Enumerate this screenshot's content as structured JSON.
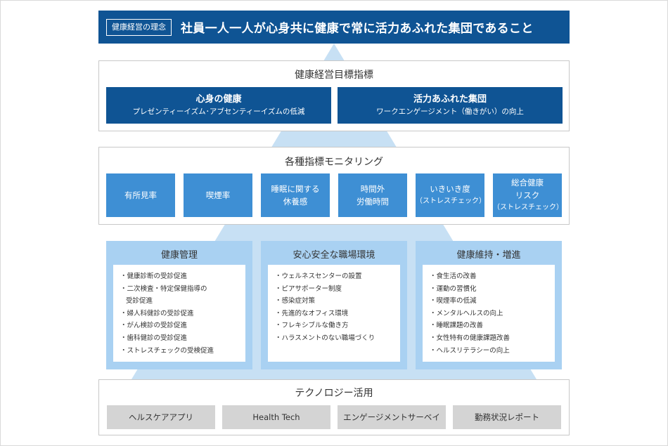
{
  "banner": {
    "tag": "健康経営の理念",
    "text": "社員一人一人が心身共に健康で常に活力あふれた集団であること"
  },
  "goals": {
    "title": "健康経営目標指標",
    "items": [
      {
        "title": "心身の健康",
        "sub": "プレゼンティーイズム･アブセンティーイズムの低減"
      },
      {
        "title": "活力あふれた集団",
        "sub": "ワークエンゲージメント（働きがい）の向上"
      }
    ]
  },
  "monitoring": {
    "title": "各種指標モニタリング",
    "items": [
      {
        "line1": "有所見率",
        "line2": ""
      },
      {
        "line1": "喫煙率",
        "line2": ""
      },
      {
        "line1": "睡眠に関する",
        "line2": "休養感"
      },
      {
        "line1": "時間外",
        "line2": "労働時間"
      },
      {
        "line1": "いきいき度",
        "line2": "（ストレスチェック）"
      },
      {
        "line1": "総合健康",
        "line2": "リスク",
        "line3": "（ストレスチェック）"
      }
    ]
  },
  "pillars": [
    {
      "title": "健康管理",
      "items": [
        "・健康診断の受診促進",
        "・二次検査・特定保健指導の",
        "受診促進",
        "・婦人科健診の受診促進",
        "・がん検診の受診促進",
        "・歯科健診の受診促進",
        "・ストレスチェックの受検促進"
      ]
    },
    {
      "title": "安心安全な職場環境",
      "items": [
        "・ウェルネスセンターの設置",
        "・ピアサポーター制度",
        "・感染症対策",
        "・先進的なオフィス環境",
        "・フレキシブルな働き方",
        "・ハラスメントのない職場づくり"
      ]
    },
    {
      "title": "健康維持・増進",
      "items": [
        "・食生活の改善",
        "・運動の習慣化",
        "・喫煙率の低減",
        "・メンタルヘルスの向上",
        "・睡眠課題の改善",
        "・女性特有の健康課題改善",
        "・ヘルスリテラシーの向上"
      ]
    }
  ],
  "technology": {
    "title": "テクノロジー活用",
    "items": [
      "ヘルスケアアプリ",
      "Health Tech",
      "エンゲージメントサーベイ",
      "勤務状況レポート"
    ]
  },
  "colors": {
    "navy": "#0f5494",
    "blue": "#3e8fd4",
    "light_blue": "#a9d1f2",
    "pyramid": "#c7e0f4",
    "gray": "#d4d4d4"
  }
}
